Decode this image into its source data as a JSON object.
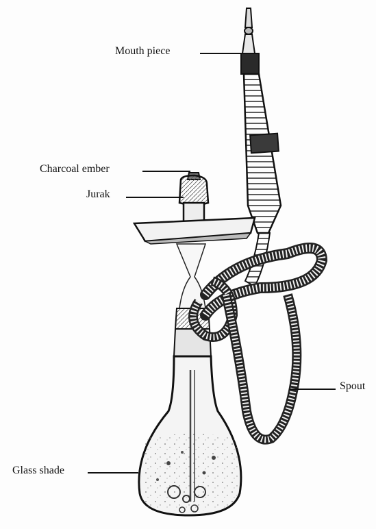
{
  "diagram": {
    "labels": {
      "mouth_piece": "Mouth piece",
      "charcoal_ember": "Charcoal ember",
      "jurak": "Jurak",
      "spout": "Spout",
      "glass_shade": "Glass shade"
    }
  }
}
